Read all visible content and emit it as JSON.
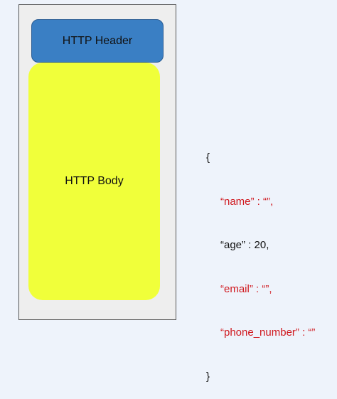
{
  "diagram": {
    "header_label": "HTTP Header",
    "body_label": "HTTP Body"
  },
  "json_example": {
    "open_brace": "{",
    "close_brace": "}",
    "lines": [
      {
        "text": "“name” : “”,",
        "color": "#d0191f"
      },
      {
        "text": "“age” : 20,",
        "color": "#111111"
      },
      {
        "text": "“email” : “”,",
        "color": "#d0191f"
      },
      {
        "text": "“phone_number” : “”",
        "color": "#d0191f"
      }
    ]
  },
  "colors": {
    "header_fill": "#3a7fc4",
    "header_border": "#2a5c93",
    "body_fill": "#f0ff3a",
    "frame_fill": "#eeeeee",
    "background": "#eef3fb"
  }
}
